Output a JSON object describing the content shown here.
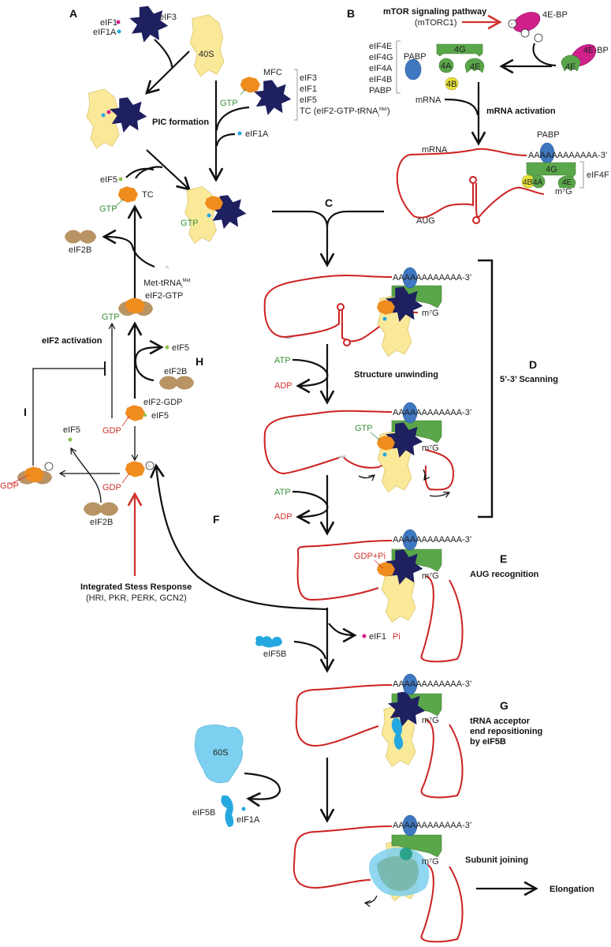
{
  "figure": {
    "title": "Eukaryotic translation initiation pathway",
    "colors": {
      "eIF3": "#1f2060",
      "ribosome_40S": "#fbe99a",
      "eIF2": "#ef8c1e",
      "eIF2B": "#b89364",
      "eIF4G_4A_4E": "#5aa64a",
      "PABP": "#3f78c0",
      "eIF4B": "#e6e23a",
      "4E_BP": "#d0208a",
      "eIF5B": "#25a8e0",
      "ribosome_60S": "#7dd0ef",
      "mRNA": "#cc2222",
      "eIF1": "#d0208a",
      "eIF1A": "#25a8e0",
      "eIF5": "#8bc34a",
      "GTP_text": "#3a8f3a",
      "GDP_text": "#d0312d",
      "stress_arrow": "#d0312d"
    }
  },
  "panels": {
    "A": {
      "letter": "A",
      "eIF1": "eIF1",
      "eIF1A": "eIF1A",
      "eIF3": "eIF3",
      "ribosome_40S": "40S",
      "pic_formation": "PIC formation",
      "mfc": "MFC",
      "mfc_list": [
        "eIF3",
        "eIF1",
        "eIF5",
        "TC (eIF2-GTP-tRNA"
      ],
      "mfc_tc_sup": "Met",
      "mfc_tc_sub": "i",
      "mfc_tc_close": ")",
      "gtp": "GTP",
      "eIF1A_join": "eIF1A",
      "eIF5": "eIF5",
      "tc": "TC",
      "gtp_tc": "GTP",
      "gtp_complex": "GTP"
    },
    "B": {
      "letter": "B",
      "mtor": "mTOR signaling pathway",
      "mtorc1": "(mTORC1)",
      "bp_top": "4E-BP",
      "bp_bound": "4E-BP",
      "phospho": "P",
      "factor_list": [
        "eIF4E",
        "eIF4G",
        "eIF4A",
        "eIF4B",
        "PABP"
      ],
      "pabp": "PABP",
      "g4": "4G",
      "a4": "4A",
      "e4": "4E",
      "b4": "4B",
      "e4_bound": "4E",
      "mrna": "mRNA",
      "mrna_activation": "mRNA activation",
      "mrna_label": "mRNA",
      "pabp_label": "PABP",
      "polyA": "AAAAAAAAAAAA-3’",
      "eif4f": "eIF4F",
      "cap": "m⁷G",
      "aug": "AUG"
    },
    "C": {
      "letter": "C"
    },
    "D": {
      "letter": "D",
      "title": "5’-3’ Scanning",
      "structure_unwinding": "Structure unwinding",
      "atp1": "ATP",
      "adp1": "ADP",
      "atp2": "ATP",
      "adp2": "ADP",
      "gtp": "GTP",
      "aug_small": "AUG",
      "polyA": "AAAAAAAAAAAA-3’",
      "cap": "m⁷G"
    },
    "E": {
      "letter": "E",
      "title": "AUG recognition",
      "gdp_pi": "GDP+Pi",
      "polyA": "AAAAAAAAAAAA-3’",
      "cap": "m⁷G",
      "release_eIF1": "eIF1",
      "release_pi": "Pi"
    },
    "F": {
      "letter": "F",
      "eIF5B": "eIF5B"
    },
    "G": {
      "letter": "G",
      "title_lines": [
        "tRNA acceptor",
        "end repositioning",
        "by eIF5B"
      ],
      "polyA": "AAAAAAAAAAAA-3’",
      "cap": "m⁷G",
      "ribosome_60S": "60S",
      "eIF5B_release": "eIF5B",
      "eIF1A_release": "eIF1A"
    },
    "H": {
      "letter": "H",
      "eIF2B_top": "eIF2B",
      "met_trna": "Met-tRNA",
      "met_sup": "Met",
      "met_sub": "i",
      "eif2_gtp": "eIF2-GTP",
      "gtp": "GTP",
      "eif5_release": "eIF5",
      "eif2b": "eIF2B",
      "eif2_gdp": "eIF2-GDP",
      "eif5_bound": "eIF5",
      "gdp": "GDP",
      "gdp_p": "GDP",
      "eif2_activation": "eIF2 activation"
    },
    "I": {
      "letter": "I",
      "eif5": "eIF5",
      "gdp": "GDP",
      "eif2b": "eIF2B",
      "phospho": "P"
    },
    "stress": {
      "title": "Integrated Stess Response",
      "kinases": "(HRI, PKR, PERK, GCN2)"
    },
    "final": {
      "subunit_joining": "Subunit joining",
      "elongation": "Elongation",
      "polyA": "AAAAAAAAAAAA-3’",
      "cap": "m⁷G"
    }
  }
}
